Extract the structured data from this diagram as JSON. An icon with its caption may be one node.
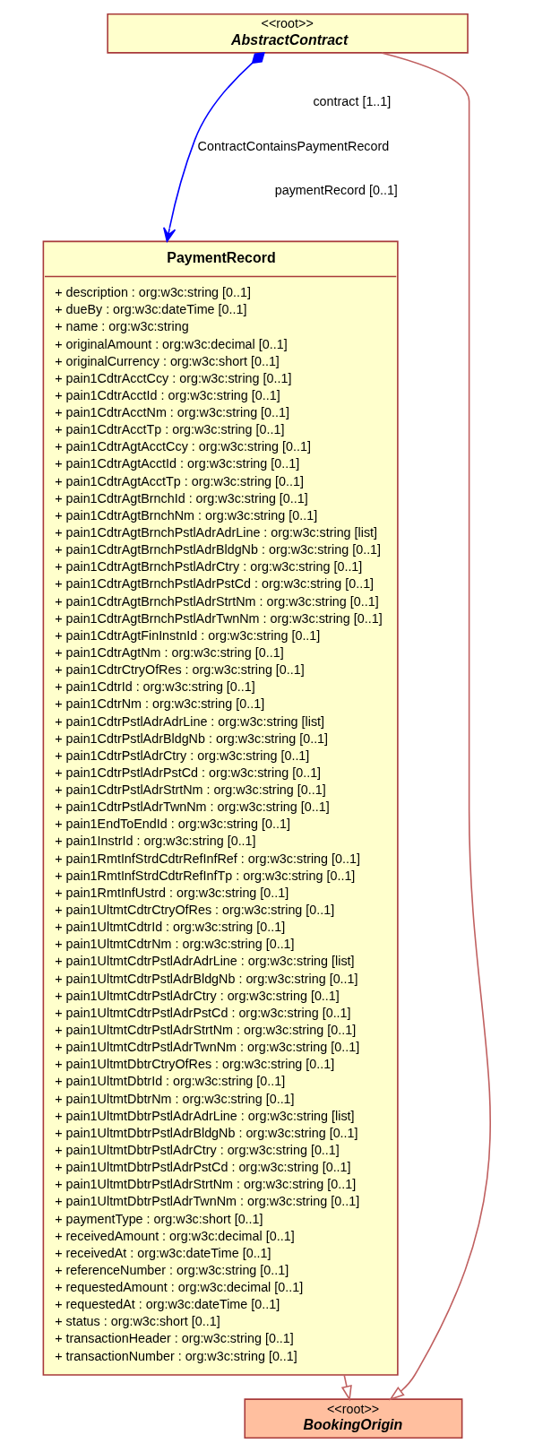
{
  "diagram": {
    "nodes": [
      {
        "text": [
          "<<root>>",
          "AbstractContract"
        ]
      },
      {
        "text": [
          "PaymentRecord",
          "+ description : org:w3c:string [0..1]",
          "+ dueBy : org:w3c:dateTime [0..1]",
          "+ name : org:w3c:string",
          "+ originalAmount : org:w3c:decimal [0..1]",
          "+ originalCurrency : org:w3c:short [0..1]",
          "+ pain1CdtrAcctCcy : org:w3c:string [0..1]",
          "+ pain1CdtrAcctId : org:w3c:string [0..1]",
          "+ pain1CdtrAcctNm : org:w3c:string [0..1]",
          "+ pain1CdtrAcctTp : org:w3c:string [0..1]",
          "+ pain1CdtrAgtAcctCcy : org:w3c:string [0..1]",
          "+ pain1CdtrAgtAcctId : org:w3c:string [0..1]",
          "+ pain1CdtrAgtAcctTp : org:w3c:string [0..1]",
          "+ pain1CdtrAgtBrnchId : org:w3c:string [0..1]",
          "+ pain1CdtrAgtBrnchNm : org:w3c:string [0..1]",
          "+ pain1CdtrAgtBrnchPstlAdrAdrLine : org:w3c:string [list]",
          "+ pain1CdtrAgtBrnchPstlAdrBldgNb : org:w3c:string [0..1]",
          "+ pain1CdtrAgtBrnchPstlAdrCtry : org:w3c:string [0..1]",
          "+ pain1CdtrAgtBrnchPstlAdrPstCd : org:w3c:string [0..1]",
          "+ pain1CdtrAgtBrnchPstlAdrStrtNm : org:w3c:string [0..1]",
          "+ pain1CdtrAgtBrnchPstlAdrTwnNm : org:w3c:string [0..1]",
          "+ pain1CdtrAgtFinInstnId : org:w3c:string [0..1]",
          "+ pain1CdtrAgtNm : org:w3c:string [0..1]",
          "+ pain1CdtrCtryOfRes : org:w3c:string [0..1]",
          "+ pain1CdtrId : org:w3c:string [0..1]",
          "+ pain1CdtrNm : org:w3c:string [0..1]",
          "+ pain1CdtrPstlAdrAdrLine : org:w3c:string [list]",
          "+ pain1CdtrPstlAdrBldgNb : org:w3c:string [0..1]",
          "+ pain1CdtrPstlAdrCtry : org:w3c:string [0..1]",
          "+ pain1CdtrPstlAdrPstCd : org:w3c:string [0..1]",
          "+ pain1CdtrPstlAdrStrtNm : org:w3c:string [0..1]",
          "+ pain1CdtrPstlAdrTwnNm : org:w3c:string [0..1]",
          "+ pain1EndToEndId : org:w3c:string [0..1]",
          "+ pain1InstrId : org:w3c:string [0..1]",
          "+ pain1RmtInfStrdCdtrRefInfRef : org:w3c:string [0..1]",
          "+ pain1RmtInfStrdCdtrRefInfTp : org:w3c:string [0..1]",
          "+ pain1RmtInfUstrd : org:w3c:string [0..1]",
          "+ pain1UltmtCdtrCtryOfRes : org:w3c:string [0..1]",
          "+ pain1UltmtCdtrId : org:w3c:string [0..1]",
          "+ pain1UltmtCdtrNm : org:w3c:string [0..1]",
          "+ pain1UltmtCdtrPstlAdrAdrLine : org:w3c:string [list]",
          "+ pain1UltmtCdtrPstlAdrBldgNb : org:w3c:string [0..1]",
          "+ pain1UltmtCdtrPstlAdrCtry : org:w3c:string [0..1]",
          "+ pain1UltmtCdtrPstlAdrPstCd : org:w3c:string [0..1]",
          "+ pain1UltmtCdtrPstlAdrStrtNm : org:w3c:string [0..1]",
          "+ pain1UltmtCdtrPstlAdrTwnNm : org:w3c:string [0..1]",
          "+ pain1UltmtDbtrCtryOfRes : org:w3c:string [0..1]",
          "+ pain1UltmtDbtrId : org:w3c:string [0..1]",
          "+ pain1UltmtDbtrNm : org:w3c:string [0..1]",
          "+ pain1UltmtDbtrPstlAdrAdrLine : org:w3c:string [list]",
          "+ pain1UltmtDbtrPstlAdrBldgNb : org:w3c:string [0..1]",
          "+ pain1UltmtDbtrPstlAdrCtry : org:w3c:string [0..1]",
          "+ pain1UltmtDbtrPstlAdrPstCd : org:w3c:string [0..1]",
          "+ pain1UltmtDbtrPstlAdrStrtNm : org:w3c:string [0..1]",
          "+ pain1UltmtDbtrPstlAdrTwnNm : org:w3c:string [0..1]",
          "+ paymentType : org:w3c:short [0..1]",
          "+ receivedAmount : org:w3c:decimal [0..1]",
          "+ receivedAt : org:w3c:dateTime [0..1]",
          "+ referenceNumber : org:w3c:string [0..1]",
          "+ requestedAmount : org:w3c:decimal [0..1]",
          "+ requestedAt : org:w3c:dateTime [0..1]",
          "+ status : org:w3c:short [0..1]",
          "+ transactionHeader : org:w3c:string [0..1]",
          "+ transactionNumber : org:w3c:string [0..1]"
        ]
      },
      {
        "text": [
          "<<root>>",
          "BookingOrigin"
        ]
      }
    ],
    "edges": [
      {
        "from": 0,
        "to": 1,
        "arrow": "to",
        "label": "ContractContainsPaymentRecord",
        "color": "#0000ff"
      },
      {
        "from": 1,
        "to": 2,
        "arrow": "to"
      },
      {
        "from": 0,
        "to": 2,
        "arrow": "to"
      }
    ],
    "labels": [
      "contract [1..1]",
      "paymentRecord [0..1]"
    ]
  }
}
